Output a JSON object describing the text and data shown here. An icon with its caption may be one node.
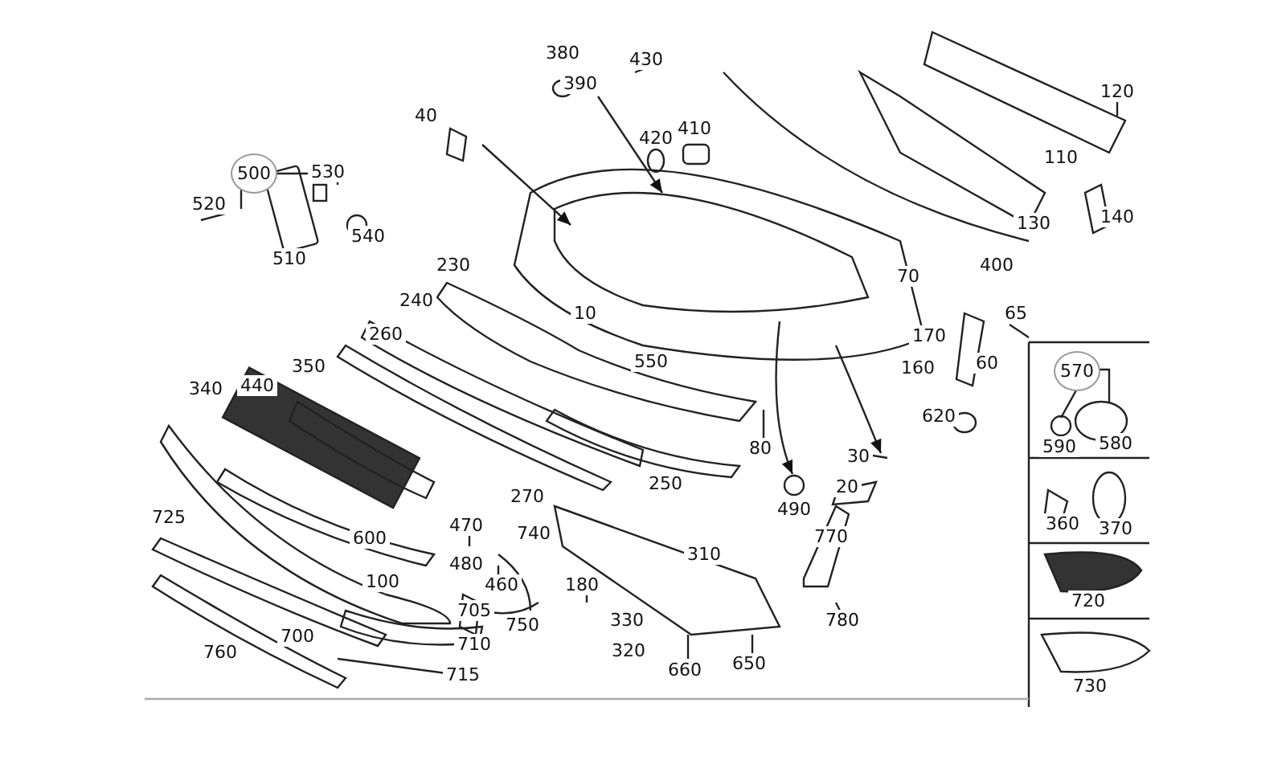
{
  "diagram": {
    "labels": [
      "380",
      "430",
      "390",
      "40",
      "420",
      "410",
      "120",
      "500",
      "530",
      "520",
      "540",
      "110",
      "510",
      "130",
      "140",
      "230",
      "10",
      "70",
      "400",
      "240",
      "260",
      "170",
      "65",
      "550",
      "160",
      "60",
      "350",
      "340",
      "440",
      "570",
      "620",
      "80",
      "30",
      "590",
      "580",
      "250",
      "270",
      "20",
      "725",
      "490",
      "310",
      "470",
      "740",
      "770",
      "600",
      "360",
      "370",
      "480",
      "460",
      "180",
      "100",
      "705",
      "330",
      "780",
      "750",
      "700",
      "710",
      "720",
      "320",
      "760",
      "660",
      "650",
      "715",
      "730"
    ]
  }
}
